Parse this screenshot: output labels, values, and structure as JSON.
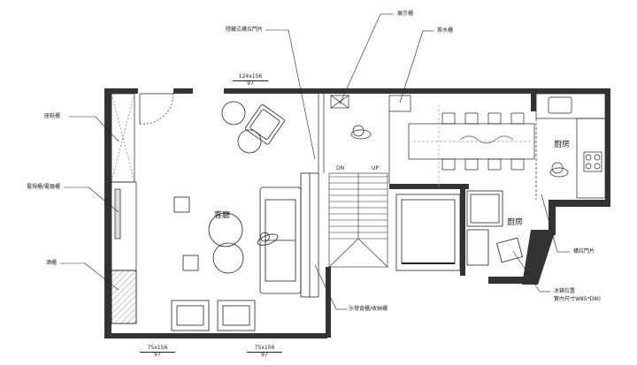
{
  "labels": {
    "display_cabinet": "展示櫃",
    "hidden_sliding_door": "隱藏式橫拉門片",
    "tea_cabinet": "茶水櫃",
    "seat_shoe_cabinet": "座鞋櫃",
    "tv_cabinet": "電視櫃/電器櫃",
    "wine_cabinet": "酒櫃",
    "sofa_storage": "沙發背櫃/收納櫃",
    "sliding_door": "橫拉門片",
    "fridge_position": "冰箱位置",
    "fridge_size": "實內尺寸W85*D80"
  },
  "rooms": {
    "living": "客廳",
    "kitchen_upper": "廚房",
    "kitchen_lower": "廚房"
  },
  "stairs": {
    "down": "DN",
    "up": "UP"
  },
  "dimensions": {
    "top": {
      "size": "124x156",
      "height": "97"
    },
    "bottom_left": {
      "size": "75x156",
      "height": "97"
    },
    "bottom_right": {
      "size": "75x156",
      "height": "97"
    }
  },
  "colors": {
    "wall": "#333333",
    "line": "#222222",
    "background": "#ffffff"
  }
}
